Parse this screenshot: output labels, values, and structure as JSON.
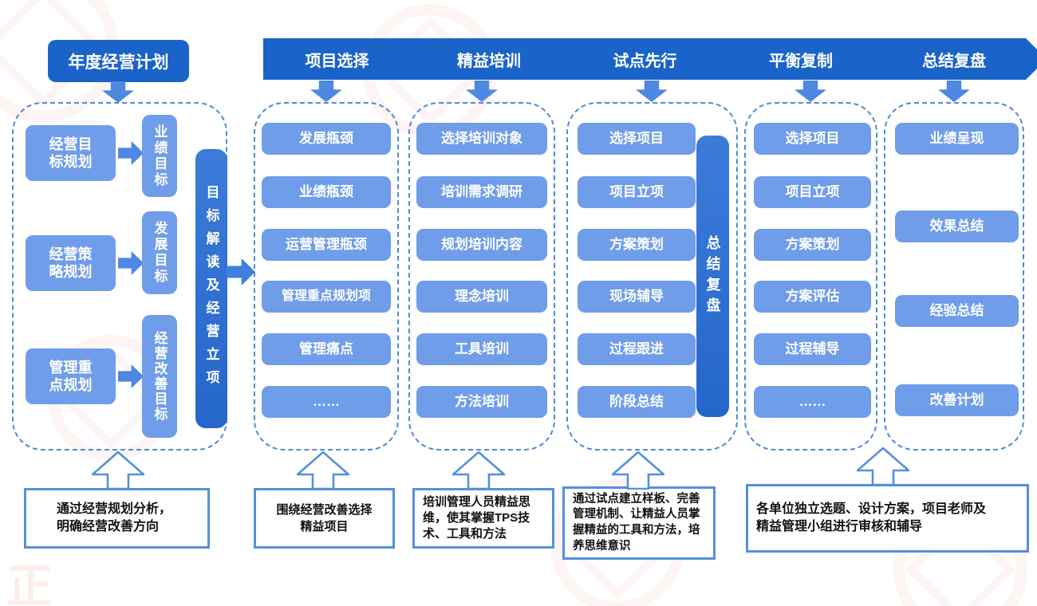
{
  "title": "年度经营计划",
  "left_panel": {
    "rows": [
      {
        "plan": "经营目\n标规划",
        "target": "业绩目标"
      },
      {
        "plan": "经营策\n略规划",
        "target": "发展目标"
      },
      {
        "plan": "管理重\n点规划",
        "target": "经营改善目标"
      }
    ],
    "side_bar": "目标解读及经营立项",
    "note": "通过经营规划分析，\n明确经营改善方向"
  },
  "stages": [
    {
      "banner": "项目选择",
      "items": [
        "发展瓶颈",
        "业绩瓶颈",
        "运营管理瓶颈",
        "管理重点规划项",
        "管理痛点",
        "……"
      ],
      "note": "围绕经营改善选择\n精益项目"
    },
    {
      "banner": "精益培训",
      "items": [
        "选择培训对象",
        "培训需求调研",
        "规划培训内容",
        "理念培训",
        "工具培训",
        "方法培训"
      ],
      "note": "培训管理人员精益思\n维，使其掌握TPS技\n术、工具和方法"
    },
    {
      "banner": "试点先行",
      "items": [
        "选择项目",
        "项目立项",
        "方案策划",
        "现场辅导",
        "过程跟进",
        "阶段总结"
      ],
      "side_bar": "总结复盘",
      "note": "通过试点建立样板、完善\n管理机制、让精益人员掌\n握精益的工具和方法，培\n养思维意识"
    },
    {
      "banner": "平衡复制",
      "items": [
        "选择项目",
        "项目立项",
        "方案策划",
        "方案评估",
        "过程辅导",
        "……"
      ]
    },
    {
      "banner": "总结复盘",
      "items": [
        "业绩呈现",
        "效果总结",
        "经验总结",
        "改善计划"
      ]
    }
  ],
  "shared_note": "各单位独立选题、设计方案，项目老师及\n精益管理小组进行审核和辅导",
  "colors": {
    "dark_blue": "#1a63c9",
    "bar_blue": "#2d70d3",
    "light_blue": "#6f9de9",
    "arrow_blue": "#4d88e2",
    "dashed_border": "#4e8ad9",
    "note_border": "#5590dc",
    "watermark_red": "#e8705f"
  }
}
